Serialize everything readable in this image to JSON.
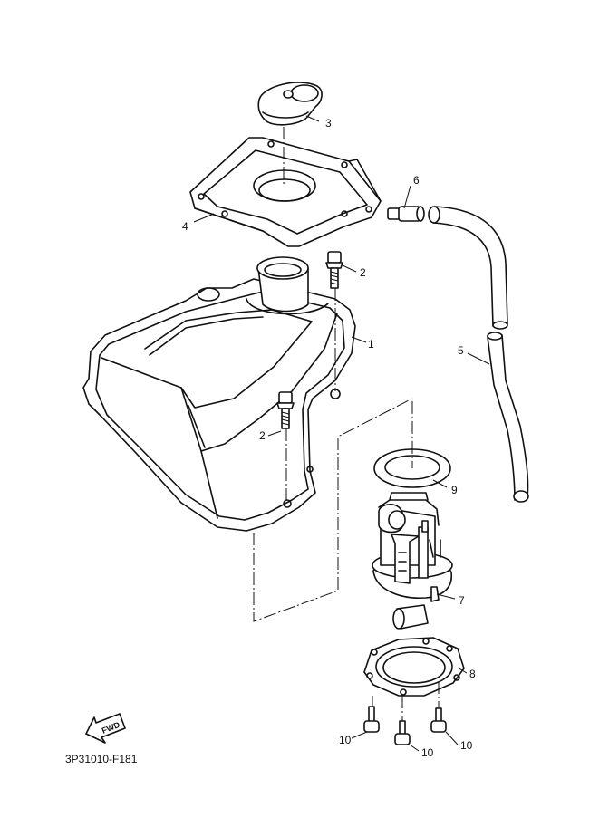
{
  "diagram": {
    "code": "3P31010-F181",
    "fwd_label": "FWD",
    "callouts": {
      "c1": "1",
      "c2a": "2",
      "c2b": "2",
      "c3": "3",
      "c4": "4",
      "c5": "5",
      "c6": "6",
      "c7": "7",
      "c8": "8",
      "c9": "9",
      "c10a": "10",
      "c10b": "10",
      "c10c": "10"
    }
  }
}
